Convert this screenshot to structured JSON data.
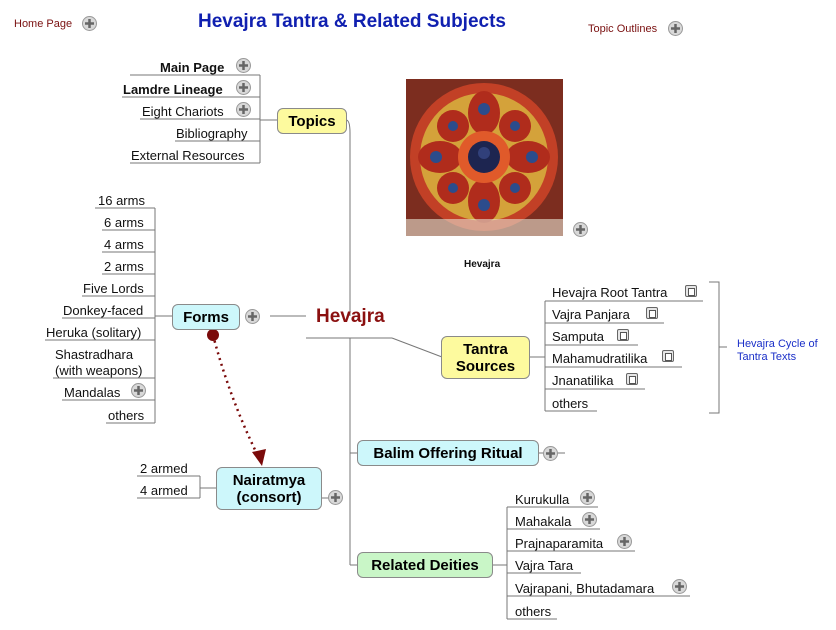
{
  "header": {
    "title": "Hevajra Tantra & Related Subjects",
    "home_link": "Home Page",
    "outlines_link": "Topic Outlines"
  },
  "central": {
    "label": "Hevajra"
  },
  "image_caption": "Hevajra",
  "topics": {
    "label": "Topics",
    "items": [
      "Main Page",
      "Lamdre Lineage",
      "Eight Chariots",
      "Bibliography",
      "External Resources"
    ]
  },
  "forms": {
    "label": "Forms",
    "items": [
      "16 arms",
      "6 arms",
      "4 arms",
      "2 arms",
      "Five Lords",
      "Donkey-faced",
      "Heruka (solitary)",
      "Shastradhara",
      "(with weapons)",
      "Mandalas",
      "others"
    ]
  },
  "tantra_sources": {
    "label_line1": "Tantra",
    "label_line2": "Sources",
    "items": [
      "Hevajra Root Tantra",
      "Vajra Panjara",
      "Samputa",
      "Mahamudratilika",
      "Jnanatilika",
      "others"
    ],
    "bracket_note_line1": "Hevajra Cycle of",
    "bracket_note_line2": "Tantra Texts"
  },
  "balim": {
    "label": "Balim Offering Ritual"
  },
  "nairatmya": {
    "label_line1": "Nairatmya",
    "label_line2": "(consort)",
    "items": [
      "2 armed",
      "4 armed"
    ]
  },
  "related_deities": {
    "label": "Related Deities",
    "items": [
      "Kurukulla",
      "Mahakala",
      "Prajnaparamita",
      "Vajra Tara",
      "Vajrapani, Bhutadamara",
      "others"
    ]
  },
  "colors": {
    "title_blue": "#1020b0",
    "central_red": "#8b1010",
    "yellow_box": "#fdfa9e",
    "cyan_box": "#cdf7fb",
    "green_box": "#c9f6c7",
    "arrow_red": "#7a0a0a"
  }
}
